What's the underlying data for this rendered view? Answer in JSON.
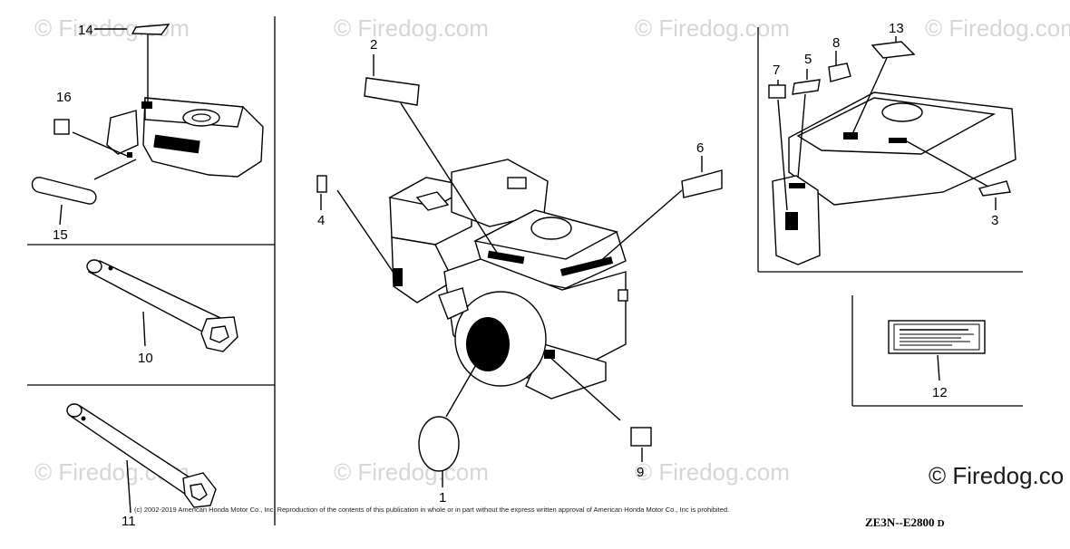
{
  "callouts": [
    "1",
    "2",
    "3",
    "4",
    "5",
    "6",
    "7",
    "8",
    "9",
    "10",
    "11",
    "12",
    "13",
    "14",
    "15",
    "16"
  ],
  "watermark": "© Firedog.com",
  "watermark_corner": "© Firedog.co",
  "copyright": "(c) 2002-2019 American Honda Motor Co., Inc. Reproduction of the contents of this publication in whole or in part without the express written approval of American Honda Motor Co., Inc is prohibited.",
  "diagram_code": "ZE3N--E2800",
  "diagram_code_suffix": "D"
}
